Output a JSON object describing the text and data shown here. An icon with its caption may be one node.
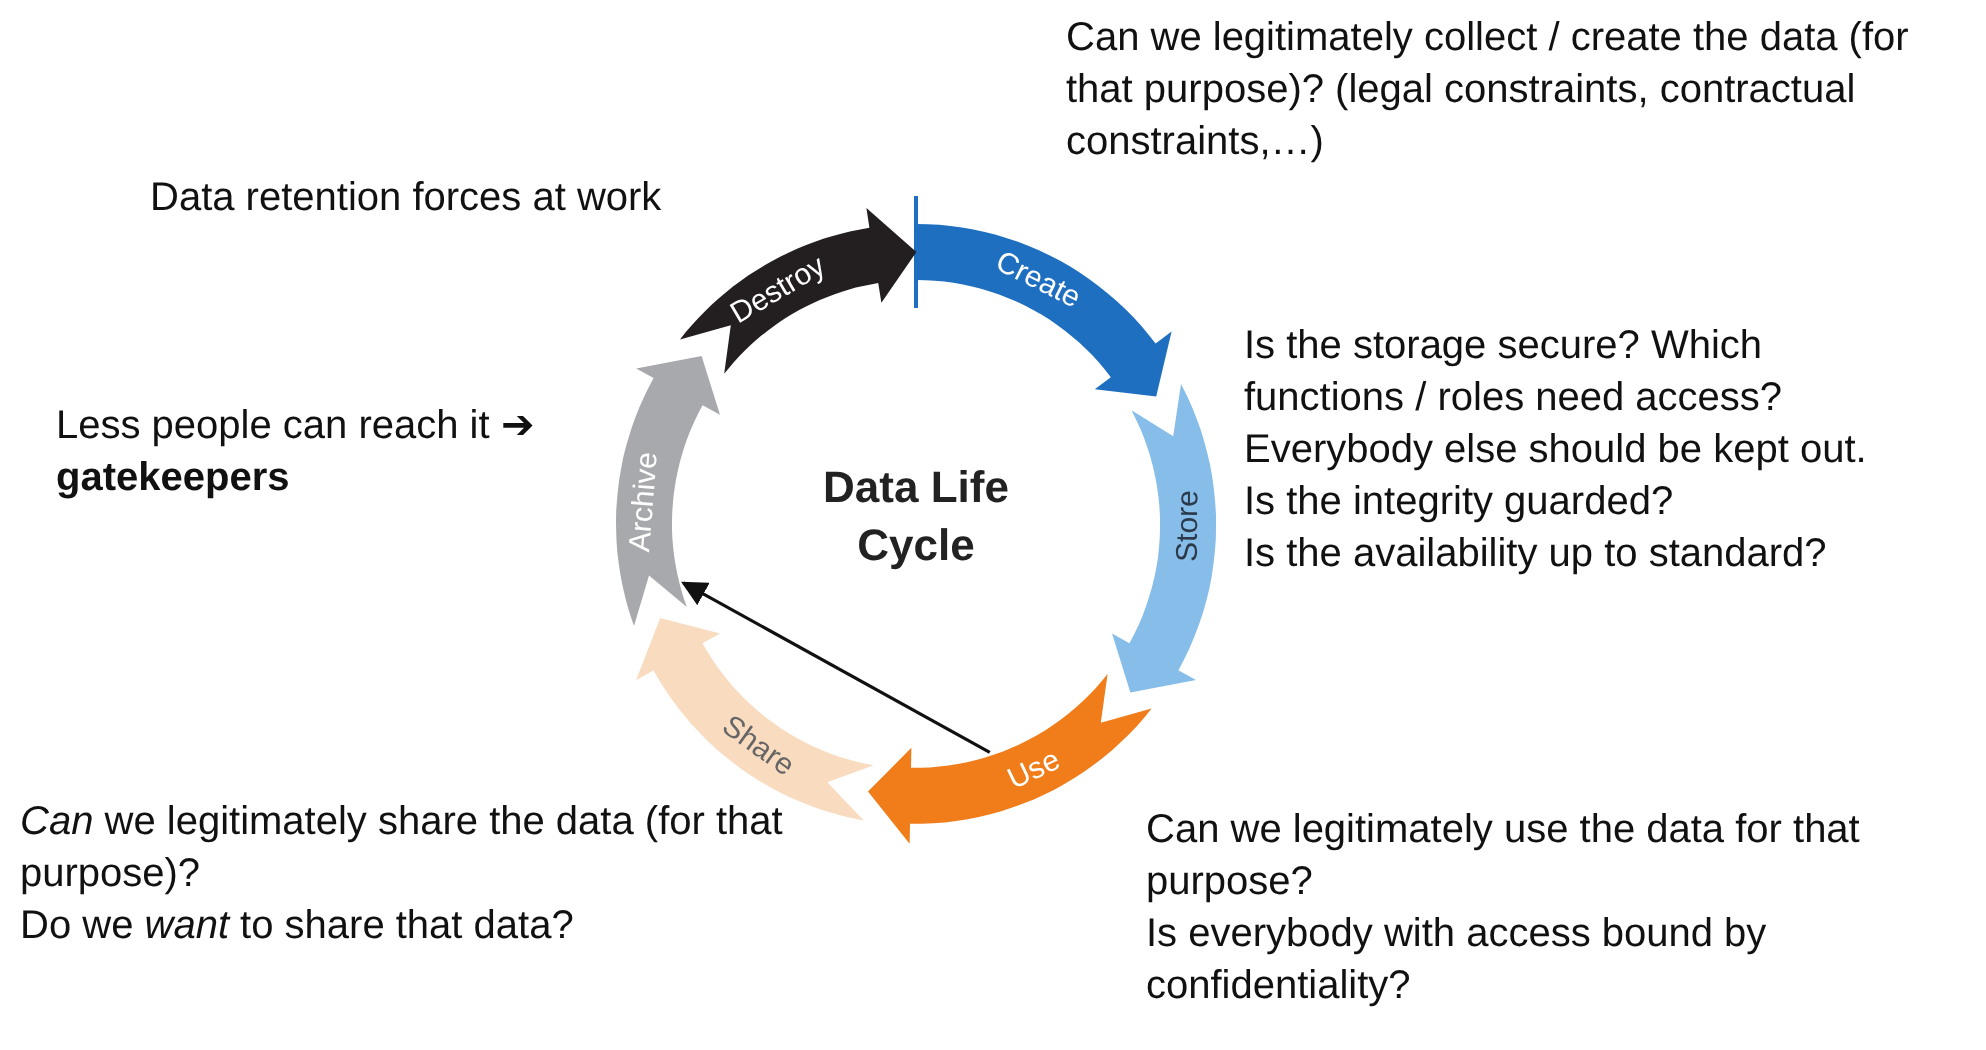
{
  "diagram": {
    "nodes": [
      {
        "text": [
          "Data Life Cycle"
        ]
      },
      {
        "text": [
          "Create"
        ],
        "beside": [
          "Can we legitimately collect / create the data (for that purpose)? (legal constraints, contractual constraints,…)"
        ]
      },
      {
        "text": [
          "Store"
        ],
        "beside": [
          "Is the storage secure? Which functions / roles need access? Everybody else should be kept out.",
          "Is the integrity guarded?",
          "Is the availability up to standard?"
        ]
      },
      {
        "text": [
          "Use"
        ],
        "beside": [
          "Can we legitimately use the data for that purpose?",
          "Is everybody with access bound by confidentiality?"
        ]
      },
      {
        "text": [
          "Share"
        ],
        "beside": [
          "*Can* we legitimately share the data (for that purpose)?",
          "Do we *want* to share that data?"
        ]
      },
      {
        "text": [
          "Archive"
        ],
        "beside": [
          "Less people can reach it ➔ **gatekeepers**"
        ]
      },
      {
        "text": [
          "Destroy"
        ],
        "beside": [
          "Data retention forces at work"
        ]
      }
    ],
    "edges": [
      {
        "from": 3,
        "to": 5,
        "arrow": "to"
      }
    ]
  }
}
